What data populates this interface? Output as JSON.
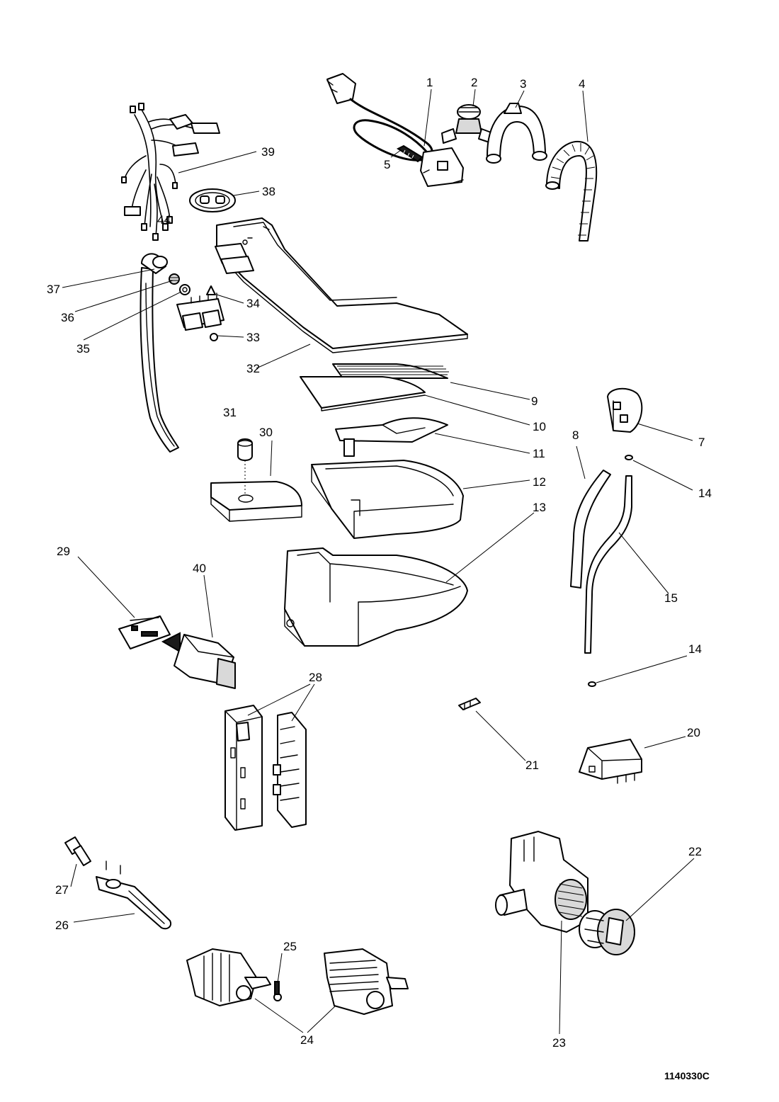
{
  "callouts": {
    "c1": "1",
    "c2": "2",
    "c3": "3",
    "c4": "4",
    "c5": "5",
    "c7": "7",
    "c8": "8",
    "c9": "9",
    "c10": "10",
    "c11": "11",
    "c12": "12",
    "c13": "13",
    "c14a": "14",
    "c14b": "14",
    "c15": "15",
    "c20": "20",
    "c21": "21",
    "c22": "22",
    "c23": "23",
    "c24": "24",
    "c25": "25",
    "c26": "26",
    "c27": "27",
    "c28": "28",
    "c29": "29",
    "c30": "30",
    "c31": "31",
    "c32": "32",
    "c33": "33",
    "c34": "34",
    "c35": "35",
    "c36": "36",
    "c37": "37",
    "c38": "38",
    "c39": "39",
    "c40": "40",
    "c44": "44"
  },
  "document_ref": "1140330C",
  "colors": {
    "line": "#000000",
    "fill": "#ffffff",
    "shade": "#d9d9d9"
  }
}
